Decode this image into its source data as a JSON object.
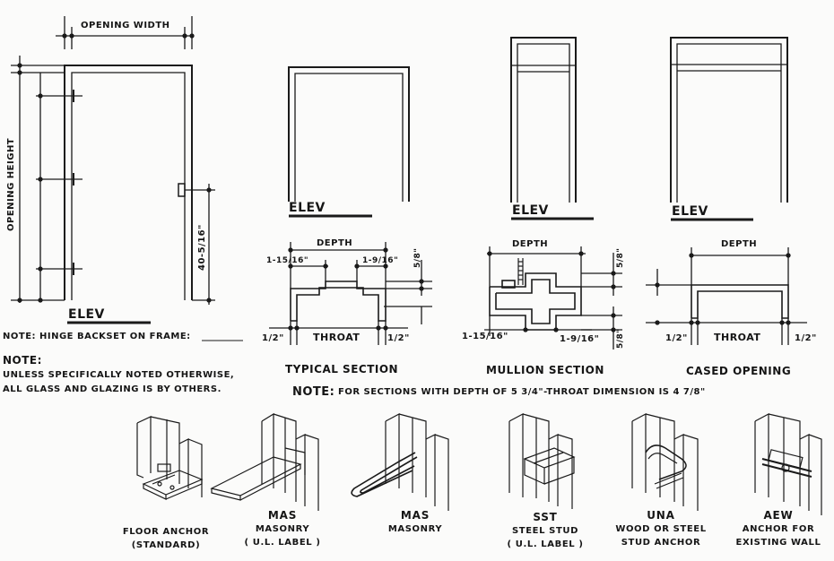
{
  "elevations": {
    "door": {
      "opening_width": "OPENING WIDTH",
      "opening_height": "OPENING HEIGHT",
      "strike_height": "40-5/16\"",
      "label": "ELEV"
    },
    "typical": {
      "label": "ELEV"
    },
    "mullion": {
      "label": "ELEV"
    },
    "cased": {
      "label": "ELEV"
    }
  },
  "notes": {
    "hinge": "NOTE: HINGE BACKSET ON FRAME:",
    "heading": "NOTE:",
    "glass_line1": "UNLESS SPECIFICALLY NOTED OTHERWISE,",
    "glass_line2": "ALL GLASS AND GLAZING IS BY OTHERS.",
    "depth_heading": "NOTE:",
    "depth_text": "FOR SECTIONS WITH DEPTH OF 5 3/4\"-THROAT DIMENSION IS 4 7/8\""
  },
  "sections": {
    "typical": {
      "title": "TYPICAL SECTION",
      "depth": "DEPTH",
      "throat": "THROAT",
      "dim_left_top": "1-15/16\"",
      "dim_right_top": "1-9/16\"",
      "dim_side": "5/8\"",
      "dim_left_bottom": "1/2\"",
      "dim_right_bottom": "1/2\""
    },
    "mullion": {
      "title": "MULLION SECTION",
      "depth": "DEPTH",
      "dim_left": "1-15/16\"",
      "dim_right": "1-9/16\"",
      "dim_top": "5/8\"",
      "dim_bottom": "5/8\""
    },
    "cased": {
      "title": "CASED OPENING",
      "depth": "DEPTH",
      "throat": "THROAT",
      "dim_left": "1/2\"",
      "dim_right": "1/2\""
    }
  },
  "anchors": [
    {
      "code": "",
      "line1": "FLOOR ANCHOR",
      "line2": "(STANDARD)"
    },
    {
      "code": "MAS",
      "line1": "MASONRY",
      "line2": "( U.L. LABEL )"
    },
    {
      "code": "MAS",
      "line1": "MASONRY",
      "line2": ""
    },
    {
      "code": "SST",
      "line1": "STEEL STUD",
      "line2": "( U.L. LABEL )"
    },
    {
      "code": "UNA",
      "line1": "WOOD OR STEEL",
      "line2": "STUD ANCHOR"
    },
    {
      "code": "AEW",
      "line1": "ANCHOR FOR",
      "line2": "EXISTING WALL"
    }
  ]
}
